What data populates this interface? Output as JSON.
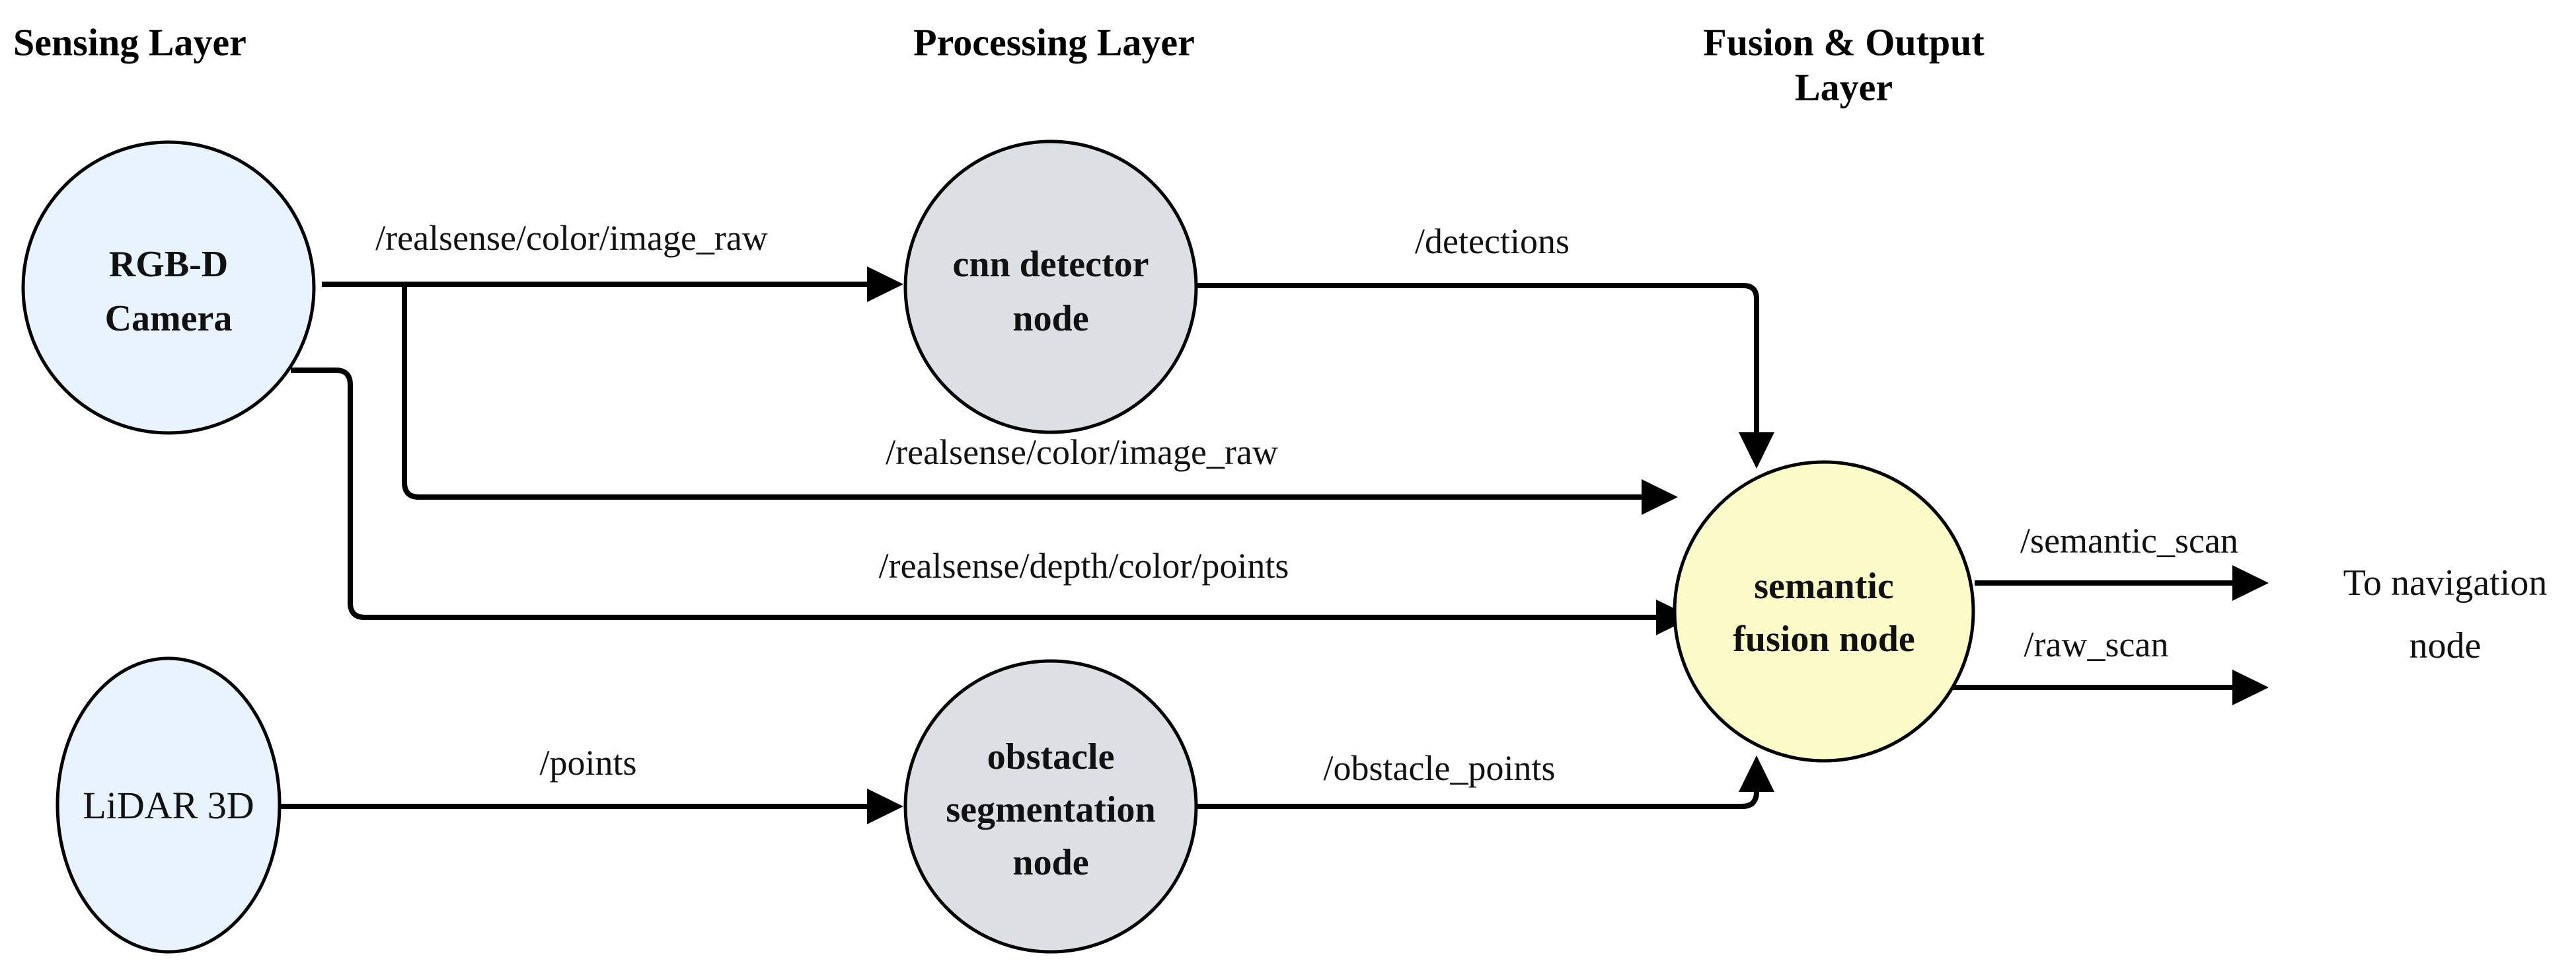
{
  "diagram": {
    "title": "ROS sensing, processing and fusion pipeline",
    "background_color": "#ffffff",
    "line_color": "#000000",
    "headers": [
      {
        "id": "sensing",
        "label": "Sensing Layer"
      },
      {
        "id": "processing",
        "label": "Processing Layer"
      },
      {
        "id": "fusion",
        "label_line1": "Fusion & Output",
        "label_line2": "Layer"
      }
    ],
    "nodes": [
      {
        "id": "rgbd-camera",
        "label_line1": "RGB-D",
        "label_line2": "Camera",
        "shape": "circle",
        "fill": "#e9f3fd",
        "stroke": "#000000",
        "layer": "sensing"
      },
      {
        "id": "lidar-3d",
        "label_line1": "LiDAR 3D",
        "label_line2": "",
        "shape": "ellipse",
        "fill": "#e9f3fd",
        "stroke": "#000000",
        "layer": "sensing"
      },
      {
        "id": "cnn-detector-node",
        "label_line1": "cnn detector",
        "label_line2": "node",
        "shape": "circle",
        "fill": "#dcdfe3",
        "stroke": "#000000",
        "layer": "processing"
      },
      {
        "id": "obstacle-segmentation-node",
        "label_line1": "obstacle",
        "label_line2": "segmentation",
        "label_line3": "node",
        "shape": "circle",
        "fill": "#dcdfe3",
        "stroke": "#000000",
        "layer": "processing"
      },
      {
        "id": "semantic-fusion-node",
        "label_line1": "semantic",
        "label_line2": "fusion node",
        "shape": "circle",
        "fill": "#fbfbc8",
        "stroke": "#000000",
        "layer": "fusion"
      }
    ],
    "edges": [
      {
        "id": "cam-to-cnn",
        "from": "rgbd-camera",
        "to": "cnn-detector-node",
        "label": "/realsense/color/image_raw"
      },
      {
        "id": "cnn-to-fusion",
        "from": "cnn-detector-node",
        "to": "semantic-fusion-node",
        "label": "/detections"
      },
      {
        "id": "cam-to-fusion-image",
        "from": "rgbd-camera",
        "to": "semantic-fusion-node",
        "label": "/realsense/color/image_raw"
      },
      {
        "id": "cam-to-fusion-points",
        "from": "rgbd-camera",
        "to": "semantic-fusion-node",
        "label": "/realsense/depth/color/points"
      },
      {
        "id": "lidar-to-segmentation",
        "from": "lidar-3d",
        "to": "obstacle-segmentation-node",
        "label": "/points"
      },
      {
        "id": "segmentation-to-fusion",
        "from": "obstacle-segmentation-node",
        "to": "semantic-fusion-node",
        "label": "/obstacle_points"
      },
      {
        "id": "fusion-to-nav-semantic",
        "from": "semantic-fusion-node",
        "to": "navigation-sink",
        "label": "/semantic_scan"
      },
      {
        "id": "fusion-to-nav-raw",
        "from": "semantic-fusion-node",
        "to": "navigation-sink",
        "label": "/raw_scan"
      }
    ],
    "sinks": [
      {
        "id": "navigation-sink",
        "label_line1": "To navigation",
        "label_line2": "node"
      }
    ]
  }
}
